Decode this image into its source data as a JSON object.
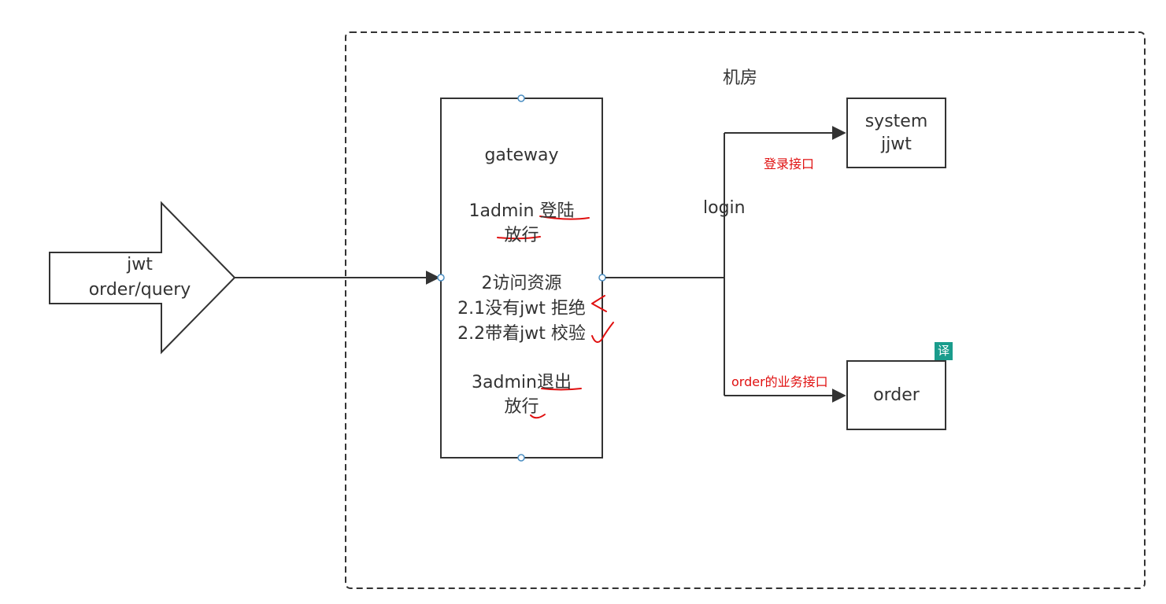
{
  "datacenter": {
    "label": "机房"
  },
  "client_arrow": {
    "line1": "jwt",
    "line2": "order/query"
  },
  "gateway": {
    "title": "gateway",
    "line1": "1admin 登陆",
    "line2": "放行",
    "line3": "2访问资源",
    "line4": "2.1没有jwt 拒绝",
    "line5": "2.2带着jwt 校验",
    "line6": "3admin退出",
    "line7": "放行"
  },
  "login_label": "login",
  "system_box": {
    "line1": "system",
    "line2": "jjwt"
  },
  "login_api_label": "登录接口",
  "order_api_label": "order的业务接口",
  "order_box": {
    "label": "order"
  },
  "translate_badge": "译",
  "colors": {
    "line": "#333333",
    "annotation": "#e01010",
    "handle": "#4a8ec2",
    "badge": "#1a9c8c"
  }
}
